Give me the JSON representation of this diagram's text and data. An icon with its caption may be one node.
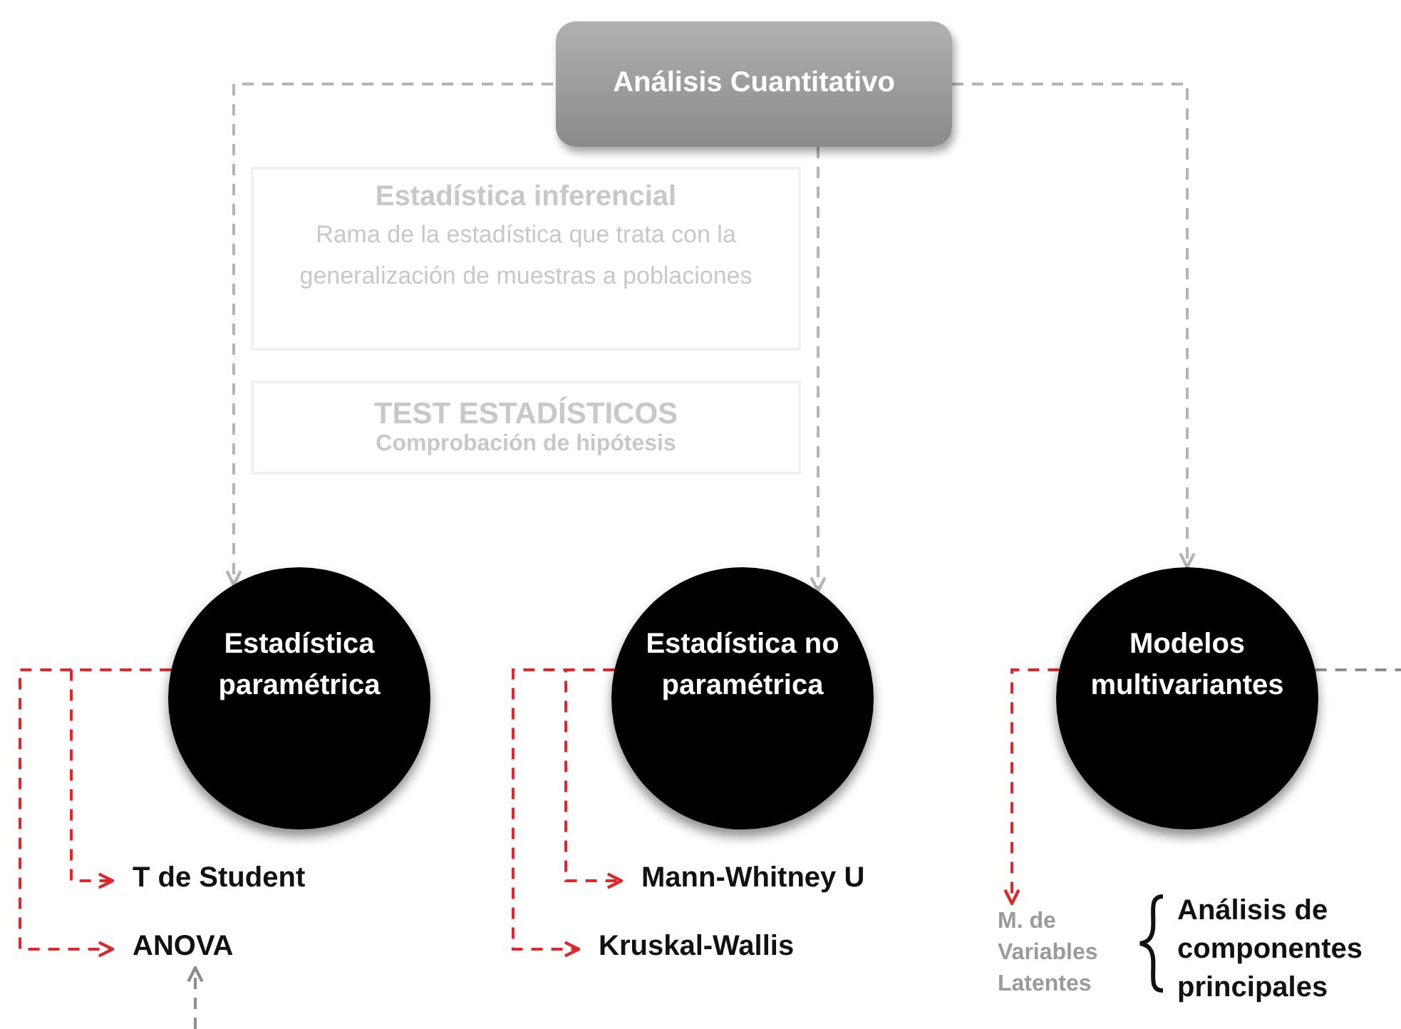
{
  "diagram": {
    "nodes": [
      {
        "text": [
          "Análisis Cuantitativo"
        ]
      },
      {
        "text": [
          "Estadística inferencial",
          "Rama de la estadística que trata con la generalización de muestras a poblaciones"
        ]
      },
      {
        "text": [
          "TEST ESTADÍSTICOS",
          "Comprobación de hipótesis"
        ]
      },
      {
        "text": [
          "Estadística paramétrica"
        ]
      },
      {
        "text": [
          "Estadística no paramétrica"
        ]
      },
      {
        "text": [
          "Modelos multivariantes"
        ]
      },
      {
        "text": [
          "T de Student"
        ]
      },
      {
        "text": [
          "ANOVA"
        ]
      },
      {
        "text": [
          "Mann-Whitney U"
        ]
      },
      {
        "text": [
          "Kruskal-Wallis"
        ]
      },
      {
        "text": [
          "M. de Variables Latentes"
        ]
      }
    ],
    "edges": [
      {
        "from": 0,
        "to": 3,
        "arrow": "to",
        "style": "dashed",
        "color": "#b4b4b4"
      },
      {
        "from": 0,
        "to": 4,
        "arrow": "to",
        "style": "dashed",
        "color": "#b4b4b4"
      },
      {
        "from": 0,
        "to": 5,
        "arrow": "to",
        "style": "dashed",
        "color": "#b4b4b4"
      },
      {
        "from": 3,
        "to": 6,
        "arrow": "to",
        "style": "dashed",
        "color": "#e0262b"
      },
      {
        "from": 3,
        "to": 7,
        "arrow": "to",
        "style": "dashed",
        "color": "#e0262b"
      },
      {
        "from": 4,
        "to": 8,
        "arrow": "to",
        "style": "dashed",
        "color": "#e0262b"
      },
      {
        "from": 4,
        "to": 9,
        "arrow": "to",
        "style": "dashed",
        "color": "#e0262b"
      },
      {
        "from": 5,
        "to": 10,
        "arrow": "to",
        "style": "dashed",
        "color": "#e0262b"
      },
      {
        "from": 5,
        "to": null,
        "arrow": "none",
        "style": "dashed",
        "color": "#8c8c8c"
      },
      {
        "from": null,
        "to": 7,
        "arrow": "to",
        "style": "dashed",
        "color": "#8c8c8c"
      }
    ],
    "labels": [
      "Análisis de componentes principales"
    ]
  }
}
